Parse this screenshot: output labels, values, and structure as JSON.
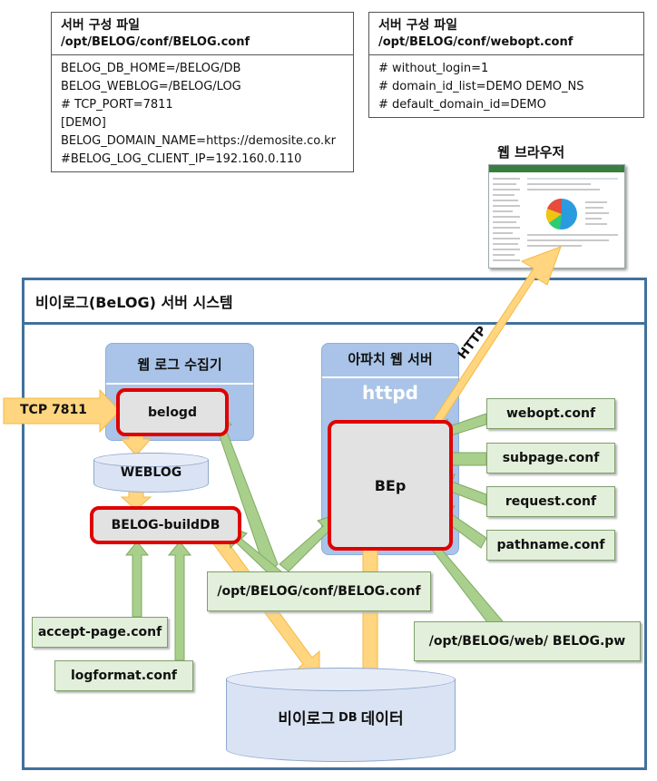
{
  "config_belog": {
    "title": "서버 구성 파일",
    "path": "/opt/BELOG/conf/BELOG.conf",
    "lines": [
      "BELOG_DB_HOME=/BELOG/DB",
      "BELOG_WEBLOG=/BELOG/LOG",
      "# TCP_PORT=7811",
      "[DEMO]",
      "BELOG_DOMAIN_NAME=https://demosite.co.kr",
      "#BELOG_LOG_CLIENT_IP=192.160.0.110"
    ]
  },
  "config_webopt": {
    "title": "서버 구성 파일",
    "path": "/opt/BELOG/conf/webopt.conf",
    "lines": [
      "# without_login=1",
      "# domain_id_list=DEMO DEMO_NS",
      "# default_domain_id=DEMO"
    ]
  },
  "browser": {
    "label": "웹 브라우저"
  },
  "system": {
    "title": "비이로그(BeLOG) 서버 시스템"
  },
  "collector": {
    "title": "웹 로그 수집기",
    "process": "belogd"
  },
  "apache": {
    "title": "아파치 웹 서버",
    "daemon": "httpd",
    "process": "BEp"
  },
  "weblog": "WEBLOG",
  "builddb": "BELOG-buildDB",
  "tcp_label": "TCP 7811",
  "http_label": "HTTP",
  "conf_files": {
    "webopt": "webopt.conf",
    "subpage": "subpage.conf",
    "request": "request.conf",
    "pathname": "pathname.conf"
  },
  "belog_conf": "/opt/BELOG/conf/BELOG.conf",
  "belog_pw": "/opt/BELOG/web/ BELOG.pw",
  "accept_page": "accept-page.conf",
  "logformat": "logformat.conf",
  "db": {
    "prefix": "비이로그",
    "db": "DB",
    "suffix": "데이터"
  },
  "colors": {
    "frame": "#41719c",
    "panel": "#a9c4e8",
    "process_border": "#e00000",
    "green_box": "#e2efda",
    "orange_arrow": "#ffd580",
    "green_arrow": "#a9cf8c",
    "cylinder": "#dae3f3"
  }
}
